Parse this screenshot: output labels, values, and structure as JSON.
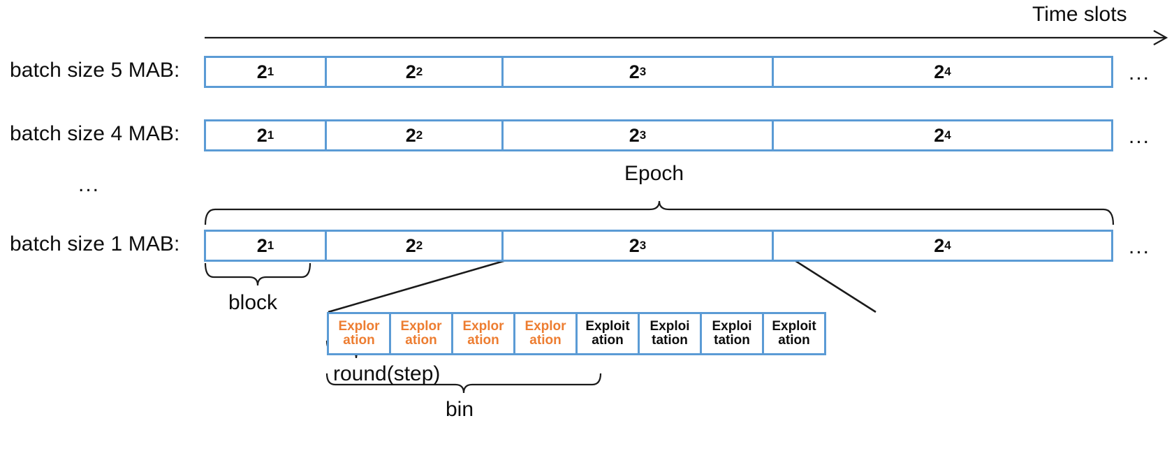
{
  "figure": {
    "time_axis_label": "Time slots",
    "epoch_label": "Epoch",
    "block_label": "block",
    "round_label": "round(step)",
    "bin_label": "bin",
    "vertical_ellipsis": "...",
    "trailing_ellipsis": "...",
    "accent_blue": "#5B9BD5",
    "accent_orange": "#ED7D31",
    "text_black": "#0D0D0D"
  },
  "rows": [
    {
      "label": "batch size 5 MAB:",
      "trailing": "...",
      "boxes": [
        {
          "base": "2",
          "exp": "1"
        },
        {
          "base": "2",
          "exp": "2"
        },
        {
          "base": "2",
          "exp": "3"
        },
        {
          "base": "2",
          "exp": "4"
        }
      ]
    },
    {
      "label": "batch size 4 MAB:",
      "trailing": "...",
      "boxes": [
        {
          "base": "2",
          "exp": "1"
        },
        {
          "base": "2",
          "exp": "2"
        },
        {
          "base": "2",
          "exp": "3"
        },
        {
          "base": "2",
          "exp": "4"
        }
      ]
    },
    {
      "label": "batch size 1 MAB:",
      "trailing": "...",
      "boxes": [
        {
          "base": "2",
          "exp": "1"
        },
        {
          "base": "2",
          "exp": "2"
        },
        {
          "base": "2",
          "exp": "3"
        },
        {
          "base": "2",
          "exp": "4"
        }
      ]
    }
  ],
  "sub_boxes": [
    {
      "kind": "exploration",
      "line1": "Explor",
      "line2": "ation"
    },
    {
      "kind": "exploration",
      "line1": "Explor",
      "line2": "ation"
    },
    {
      "kind": "exploration",
      "line1": "Explor",
      "line2": "ation"
    },
    {
      "kind": "exploration",
      "line1": "Explor",
      "line2": "ation"
    },
    {
      "kind": "exploitation",
      "line1": "Exploit",
      "line2": "ation"
    },
    {
      "kind": "exploitation",
      "line1": "Exploi",
      "line2": "tation"
    },
    {
      "kind": "exploitation",
      "line1": "Exploi",
      "line2": "tation"
    },
    {
      "kind": "exploitation",
      "line1": "Exploit",
      "line2": "ation"
    }
  ]
}
